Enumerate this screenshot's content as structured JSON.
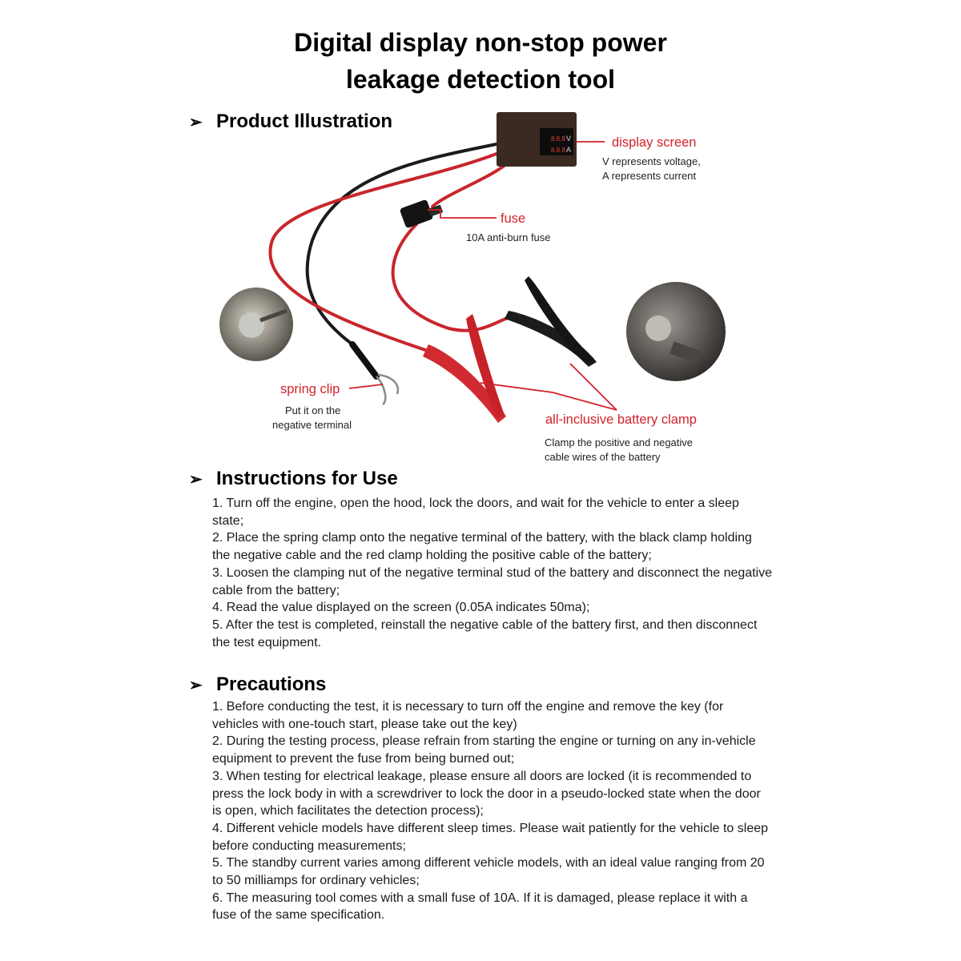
{
  "title": {
    "line1": "Digital display non-stop power",
    "line2": "leakage detection tool"
  },
  "illustration": {
    "heading": "Product Illustration",
    "display_screen": {
      "title": "display screen",
      "desc_line1": "V represents voltage,",
      "desc_line2": "A represents current",
      "meter_v": "V",
      "meter_a": "A"
    },
    "fuse": {
      "title": "fuse",
      "desc": "10A anti-burn fuse"
    },
    "spring_clip": {
      "title": "spring clip",
      "desc_line1": "Put it on the",
      "desc_line2": "negative terminal"
    },
    "battery_clamp": {
      "title": "all-inclusive battery clamp",
      "desc_line1": "Clamp the positive and negative",
      "desc_line2": "cable wires of the battery"
    }
  },
  "instructions": {
    "heading": "Instructions for Use",
    "items": [
      "1. Turn off the engine, open the hood, lock the doors, and wait for the vehicle to enter a sleep state;",
      "2. Place the spring clamp onto the negative terminal of the battery, with the black clamp holding the negative cable and the red clamp holding the positive cable of the battery;",
      "3. Loosen the clamping nut of the negative terminal stud of the battery and disconnect the negative cable from the battery;",
      "4. Read the value displayed on the screen (0.05A indicates 50ma);",
      "5. After the test is completed, reinstall the negative cable of the battery first, and then disconnect the test equipment."
    ]
  },
  "precautions": {
    "heading": "Precautions",
    "items": [
      "1. Before conducting the test, it is necessary to turn off the engine and remove the key (for vehicles with one-touch start, please take out the key)",
      "2. During the testing process, please refrain from starting the engine or turning on any in-vehicle equipment to prevent the fuse from being burned out;",
      "3. When testing for electrical leakage, please ensure all doors are locked (it is recommended to press the lock body in with a screwdriver to lock the door in a pseudo-locked state when the door is open, which facilitates the detection process);",
      "4. Different vehicle models have different sleep times. Please wait patiently for the vehicle to sleep before conducting measurements;",
      "5. The standby current varies among different vehicle models, with an ideal value ranging from 20 to 50 milliamps for ordinary vehicles;",
      "6. The measuring tool comes with a small fuse of 10A. If it is damaged, please replace it with a fuse of the same specification."
    ]
  },
  "colors": {
    "accent_red": "#d3222a",
    "wire_red": "#c8262c",
    "wire_black": "#1b1b1b"
  },
  "icons": {
    "bullet": "arrowhead-bullet-icon"
  }
}
